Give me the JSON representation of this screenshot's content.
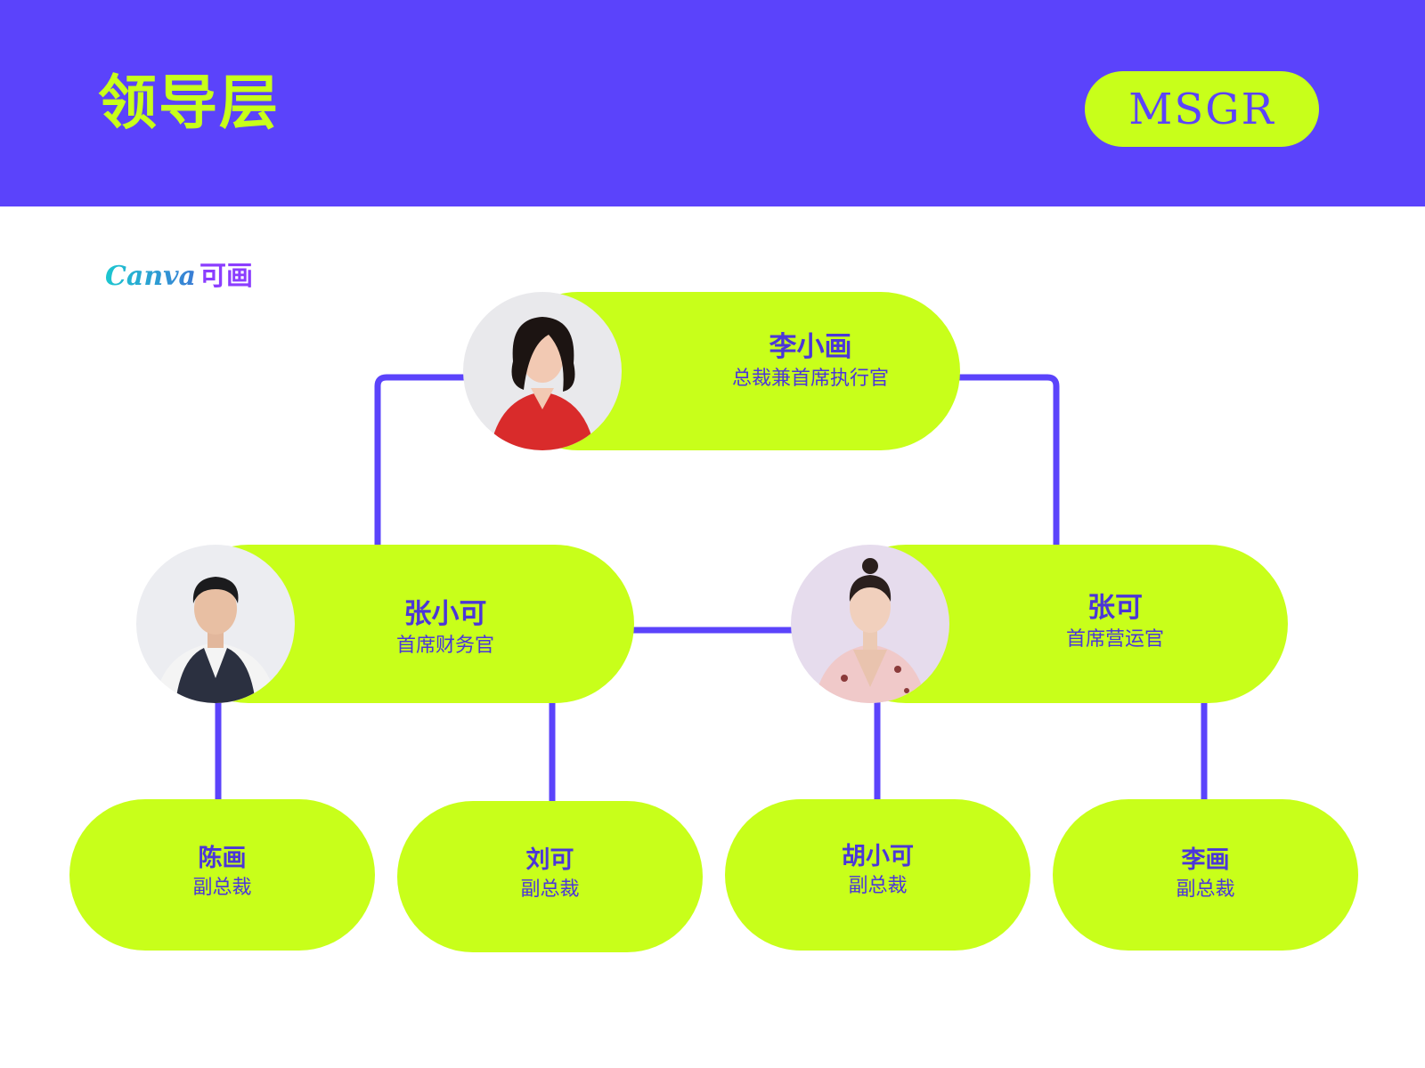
{
  "header": {
    "title": "领导层",
    "badge": "MSGR"
  },
  "logo": {
    "latin": "Canva",
    "cjk": "可画"
  },
  "org": {
    "ceo": {
      "name": "李小画",
      "role": "总裁兼首席执行官"
    },
    "cfo": {
      "name": "张小可",
      "role": "首席财务官"
    },
    "coo": {
      "name": "张可",
      "role": "首席营运官"
    },
    "vps": [
      {
        "name": "陈画",
        "role": "副总裁"
      },
      {
        "name": "刘可",
        "role": "副总裁"
      },
      {
        "name": "胡小可",
        "role": "副总裁"
      },
      {
        "name": "李画",
        "role": "副总裁"
      }
    ]
  },
  "colors": {
    "header_bg": "#5b43fb",
    "accent_lime": "#c8ff1a",
    "text_purple": "#4b36d8",
    "connector": "#5b43fb"
  }
}
